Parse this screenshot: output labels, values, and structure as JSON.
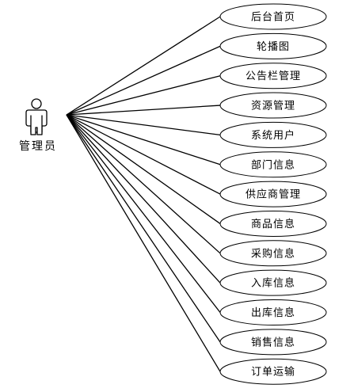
{
  "actor": {
    "label": "管理员",
    "icon": "actor-person-icon"
  },
  "use_cases": [
    {
      "id": "dashboard",
      "label": "后台首页"
    },
    {
      "id": "carousel",
      "label": "轮播图"
    },
    {
      "id": "notice-board",
      "label": "公告栏管理"
    },
    {
      "id": "resources",
      "label": "资源管理"
    },
    {
      "id": "system-users",
      "label": "系统用户"
    },
    {
      "id": "department",
      "label": "部门信息"
    },
    {
      "id": "supplier",
      "label": "供应商管理"
    },
    {
      "id": "product",
      "label": "商品信息"
    },
    {
      "id": "purchase",
      "label": "采购信息"
    },
    {
      "id": "stock-in",
      "label": "入库信息"
    },
    {
      "id": "stock-out",
      "label": "出库信息"
    },
    {
      "id": "sales",
      "label": "销售信息"
    },
    {
      "id": "order-shipping",
      "label": "订单运输"
    }
  ]
}
